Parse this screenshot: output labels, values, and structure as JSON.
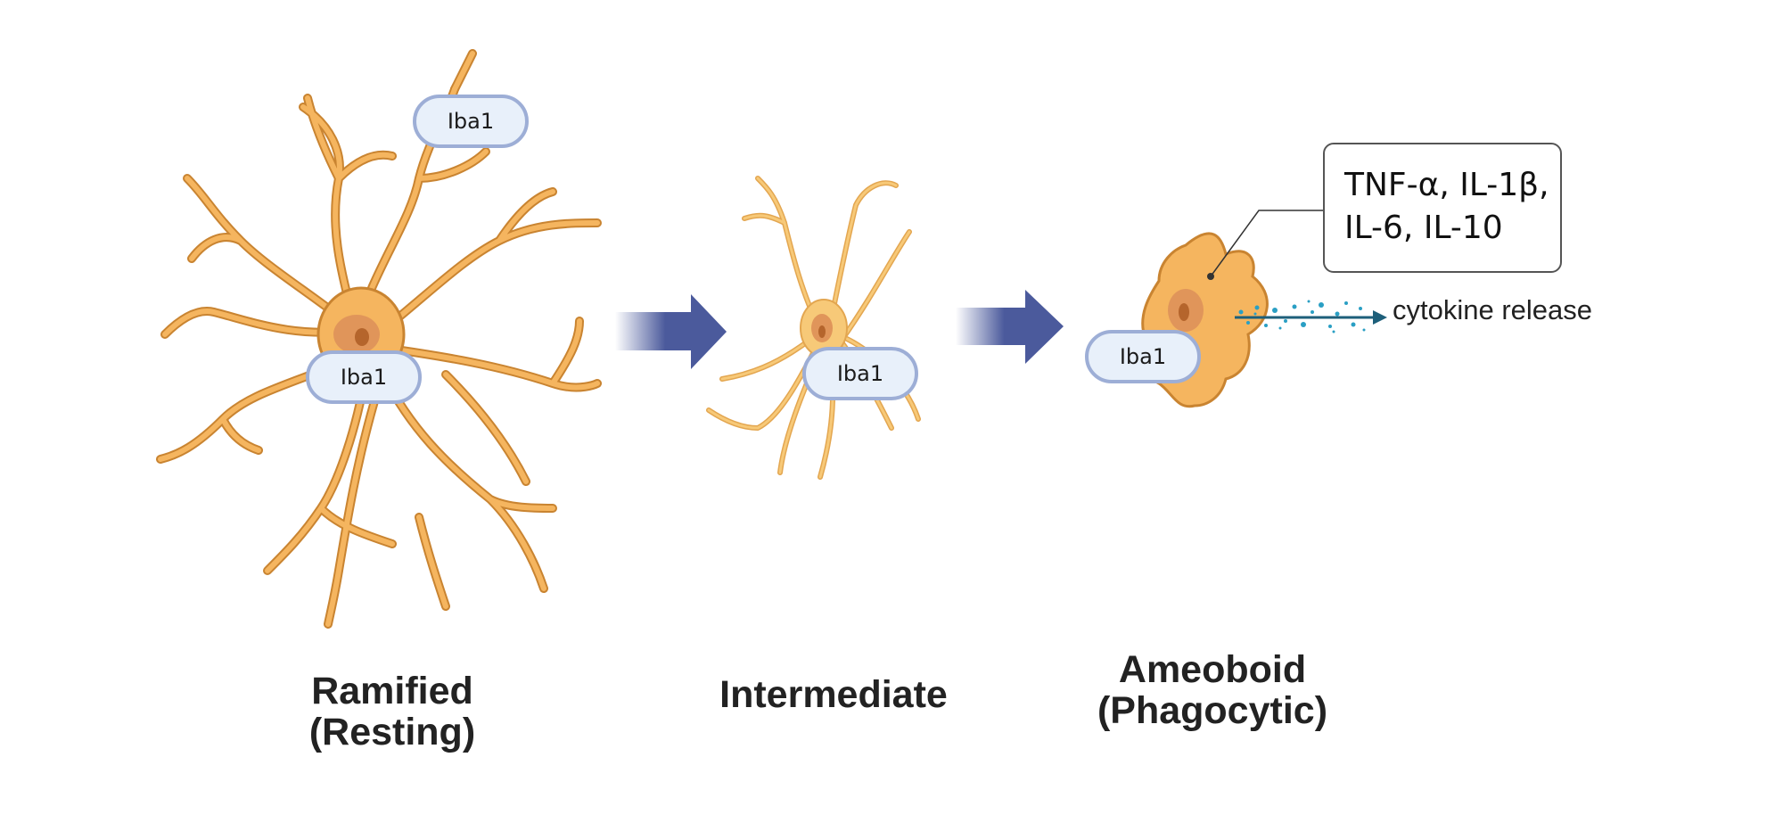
{
  "stages": [
    {
      "id": "ramified",
      "lines": [
        "Ramified",
        "(Resting)"
      ],
      "marker": "Iba1"
    },
    {
      "id": "intermediate",
      "lines": [
        "Intermediate"
      ],
      "marker": "Iba1"
    },
    {
      "id": "ameoboid",
      "lines": [
        "Ameoboid",
        "(Phagocytic)"
      ],
      "marker": "Iba1"
    }
  ],
  "marker_extra": "Iba1",
  "cytokines": {
    "lines": [
      "TNF-α, IL-1β,",
      "IL-6, IL-10"
    ]
  },
  "release_label": "cytokine release",
  "icons": [
    "ramified-microglia-cell-icon",
    "intermediate-microglia-cell-icon",
    "ameoboid-microglia-cell-icon",
    "transition-arrow-icon",
    "cytokine-release-arrow-icon"
  ],
  "colors": {
    "cell_fill": "#f5b55f",
    "cell_stroke": "#c98431",
    "intermediate_fill": "#f7c978",
    "nucleus": "#e0955a",
    "nucleolus": "#b5652c",
    "arrow": "#4b5a9c",
    "pill_border": "#9daed6",
    "pill_fill": "#e8f0fa",
    "cytokine_dots": "#2a9fc4",
    "release_arrow": "#1d5f7a"
  }
}
